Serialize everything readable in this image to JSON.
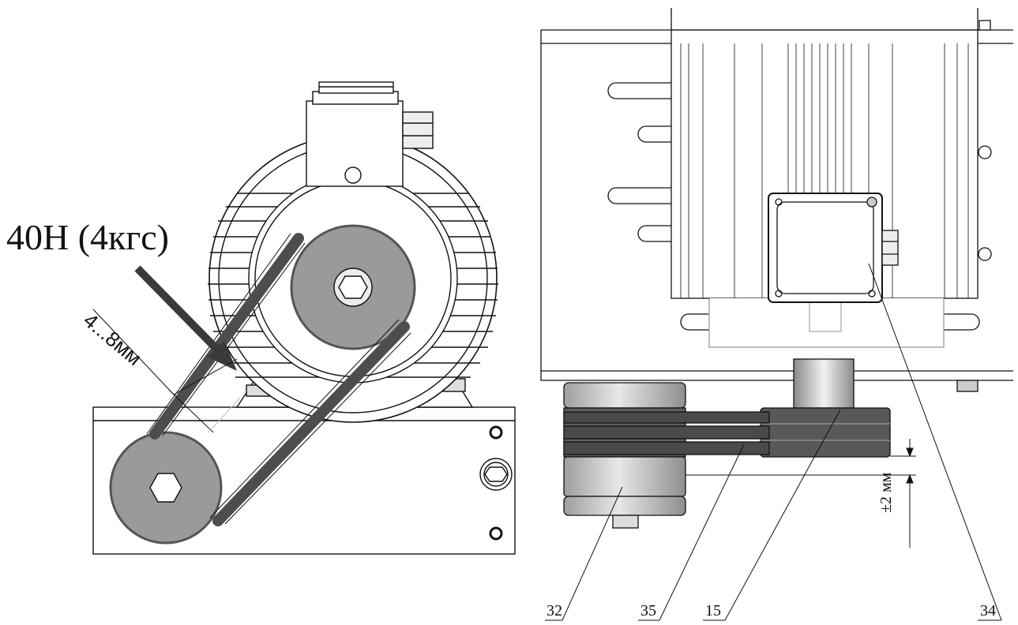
{
  "left_view": {
    "force_label": "40Н (4кгс)",
    "deflection_label": "4...8мм"
  },
  "right_view": {
    "offset_label": "±2 мм",
    "callouts": [
      {
        "id": "callout-32",
        "label": "32"
      },
      {
        "id": "callout-35",
        "label": "35"
      },
      {
        "id": "callout-15",
        "label": "15"
      },
      {
        "id": "callout-34",
        "label": "34"
      }
    ]
  },
  "colors": {
    "line": "#111111",
    "belt": "#4d4d4d",
    "pulley_face": "#9a9a9a",
    "pulley_rim": "#555555",
    "metal_light": "#d9d9d9"
  }
}
